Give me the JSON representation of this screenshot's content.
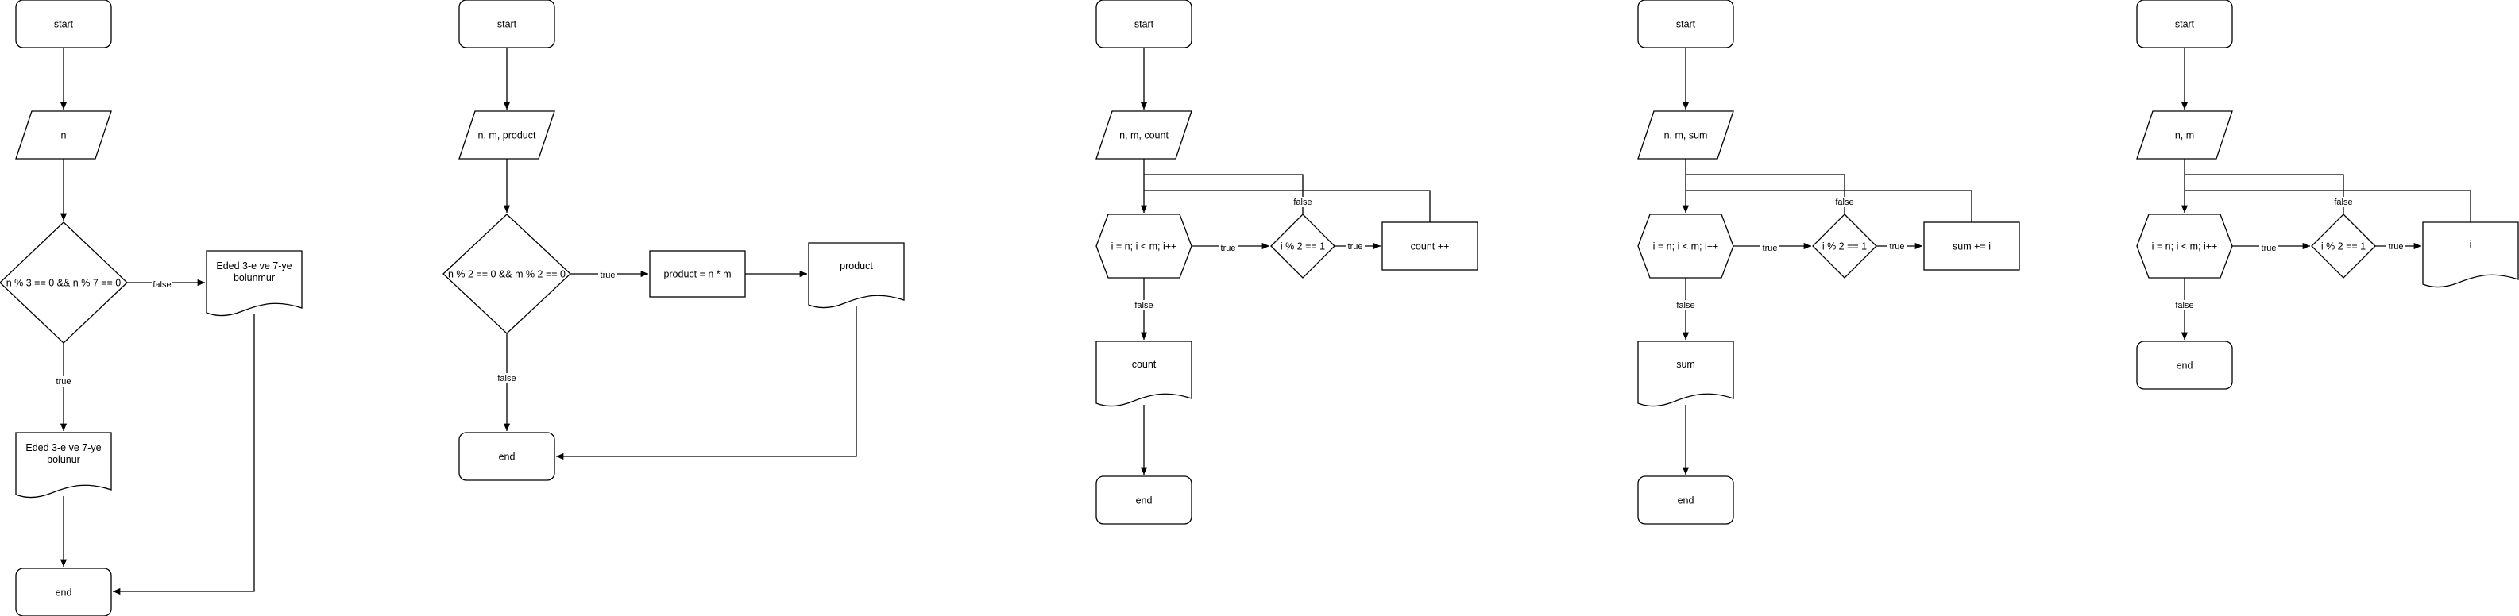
{
  "colors": {
    "stroke": "#000000",
    "fill": "#ffffff",
    "text": "#000000"
  },
  "flow1": {
    "start": "start",
    "input": "n",
    "cond": "n % 3 == 0 && n % 7 == 0",
    "out_false": [
      "Eded 3-e ve 7-ye",
      "bolunmur"
    ],
    "out_true": [
      "Eded 3-e ve 7-ye",
      "bolunur"
    ],
    "end": "end",
    "label_false": "false",
    "label_true": "true"
  },
  "flow2": {
    "start": "start",
    "input": "n, m, product",
    "cond": "n % 2 == 0 && m % 2 == 0",
    "process": "product = n * m",
    "output": "product",
    "end": "end",
    "label_true": "true",
    "label_false": "false"
  },
  "flow3": {
    "start": "start",
    "input": "n, m, count",
    "loop": "i = n; i < m; i++",
    "cond": "i % 2 == 1",
    "process": "count ++",
    "output": "count",
    "end": "end",
    "label_true_loop": "true",
    "label_true_cond": "true",
    "label_false_cond": "false",
    "label_false_loop": "false"
  },
  "flow4": {
    "start": "start",
    "input": "n, m, sum",
    "loop": "i = n; i < m; i++",
    "cond": "i % 2 == 1",
    "process": "sum += i",
    "output": "sum",
    "end": "end",
    "label_true_loop": "true",
    "label_true_cond": "true",
    "label_false_cond": "false",
    "label_false_loop": "false"
  },
  "flow5": {
    "start": "start",
    "input": "n, m",
    "loop": "i = n; i < m; i++",
    "cond": "i % 2 == 1",
    "output": "i",
    "end": "end",
    "label_true_loop": "true",
    "label_true_cond": "true",
    "label_false_cond": "false",
    "label_false_loop": "false"
  }
}
